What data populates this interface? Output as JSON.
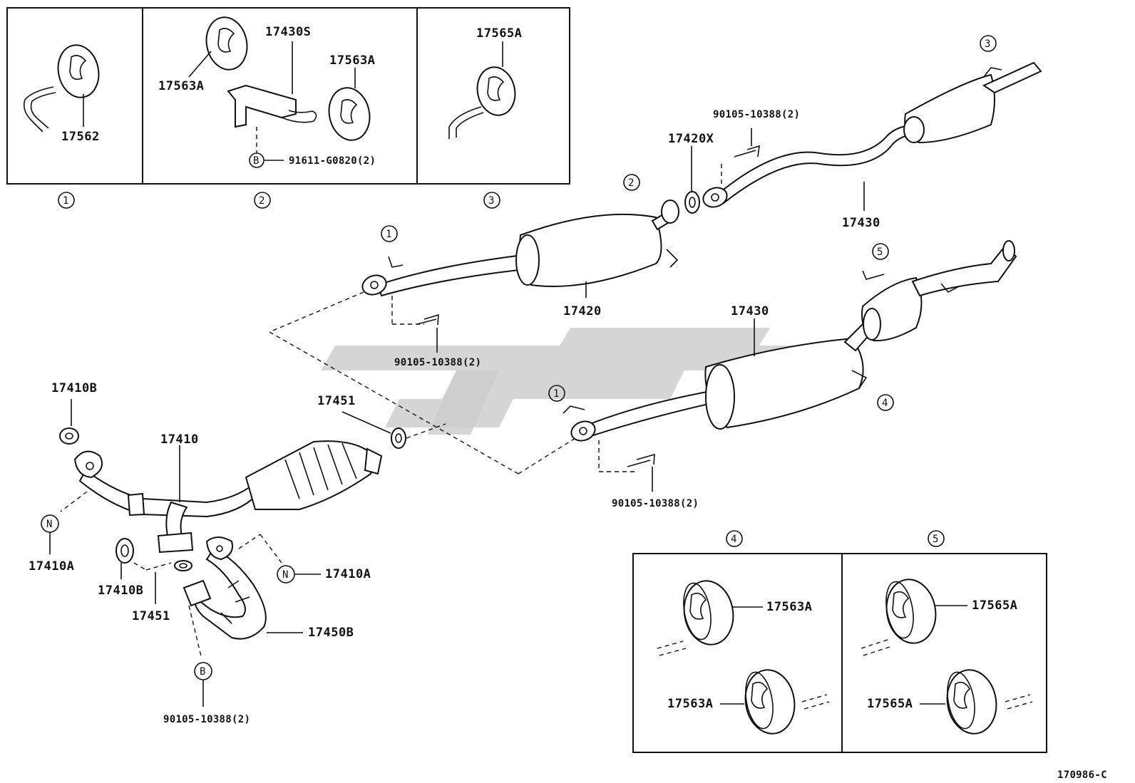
{
  "diagram": {
    "inset_top_labels": {
      "ring1_parts": [
        "17562"
      ],
      "ring2_parts": [
        "17430S",
        "17563A",
        "17563A",
        "91611-G0820(2)"
      ],
      "ring3_parts": [
        "17565A"
      ]
    },
    "inset_bottom_labels": {
      "ring4_parts": [
        "17563A",
        "17563A"
      ],
      "ring5_parts": [
        "17565A",
        "17565A"
      ]
    },
    "callouts": {
      "c1": "1",
      "c2": "2",
      "c3": "3",
      "c4": "4",
      "c5": "5",
      "letter_b": "B",
      "letter_n": "N"
    },
    "parts": {
      "p17562": "17562",
      "p17430S": "17430S",
      "p17563A_a": "17563A",
      "p17563A_b": "17563A",
      "p91611": "91611-G0820(2)",
      "p17565A_top": "17565A",
      "p17430_top": "17430",
      "p17420X": "17420X",
      "p90105_top": "90105-10388(2)",
      "p17420": "17420",
      "p90105_mid": "90105-10388(2)",
      "p17430_low": "17430",
      "p17451_mid": "17451",
      "p90105_right": "90105-10388(2)",
      "p17410B_top": "17410B",
      "p17410": "17410",
      "p17410A_left": "17410A",
      "p17410A_right": "17410A",
      "p17410B_low": "17410B",
      "p17451_low": "17451",
      "p17450B": "17450B",
      "p90105_bottom": "90105-10388(2)",
      "p17563A_r4a": "17563A",
      "p17563A_r4b": "17563A",
      "p17565A_r5a": "17565A",
      "p17565A_r5b": "17565A"
    },
    "figure_code": "170986-C"
  }
}
